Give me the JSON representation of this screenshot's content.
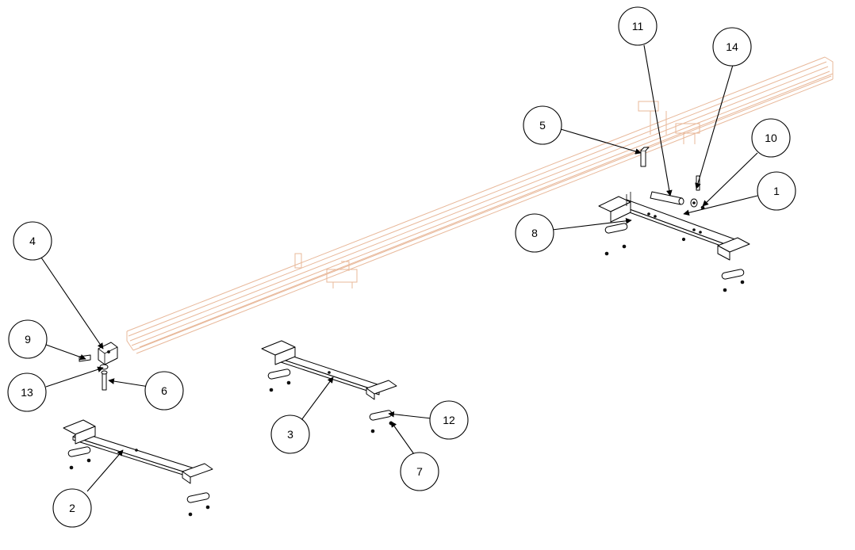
{
  "callouts": [
    {
      "label": "1"
    },
    {
      "label": "2"
    },
    {
      "label": "3"
    },
    {
      "label": "4"
    },
    {
      "label": "5"
    },
    {
      "label": "6"
    },
    {
      "label": "7"
    },
    {
      "label": "8"
    },
    {
      "label": "9"
    },
    {
      "label": "10"
    },
    {
      "label": "11"
    },
    {
      "label": "12"
    },
    {
      "label": "13"
    },
    {
      "label": "14"
    }
  ],
  "colors": {
    "rail_line": "#e8b89a",
    "part_line": "#000000",
    "background": "#ffffff"
  }
}
